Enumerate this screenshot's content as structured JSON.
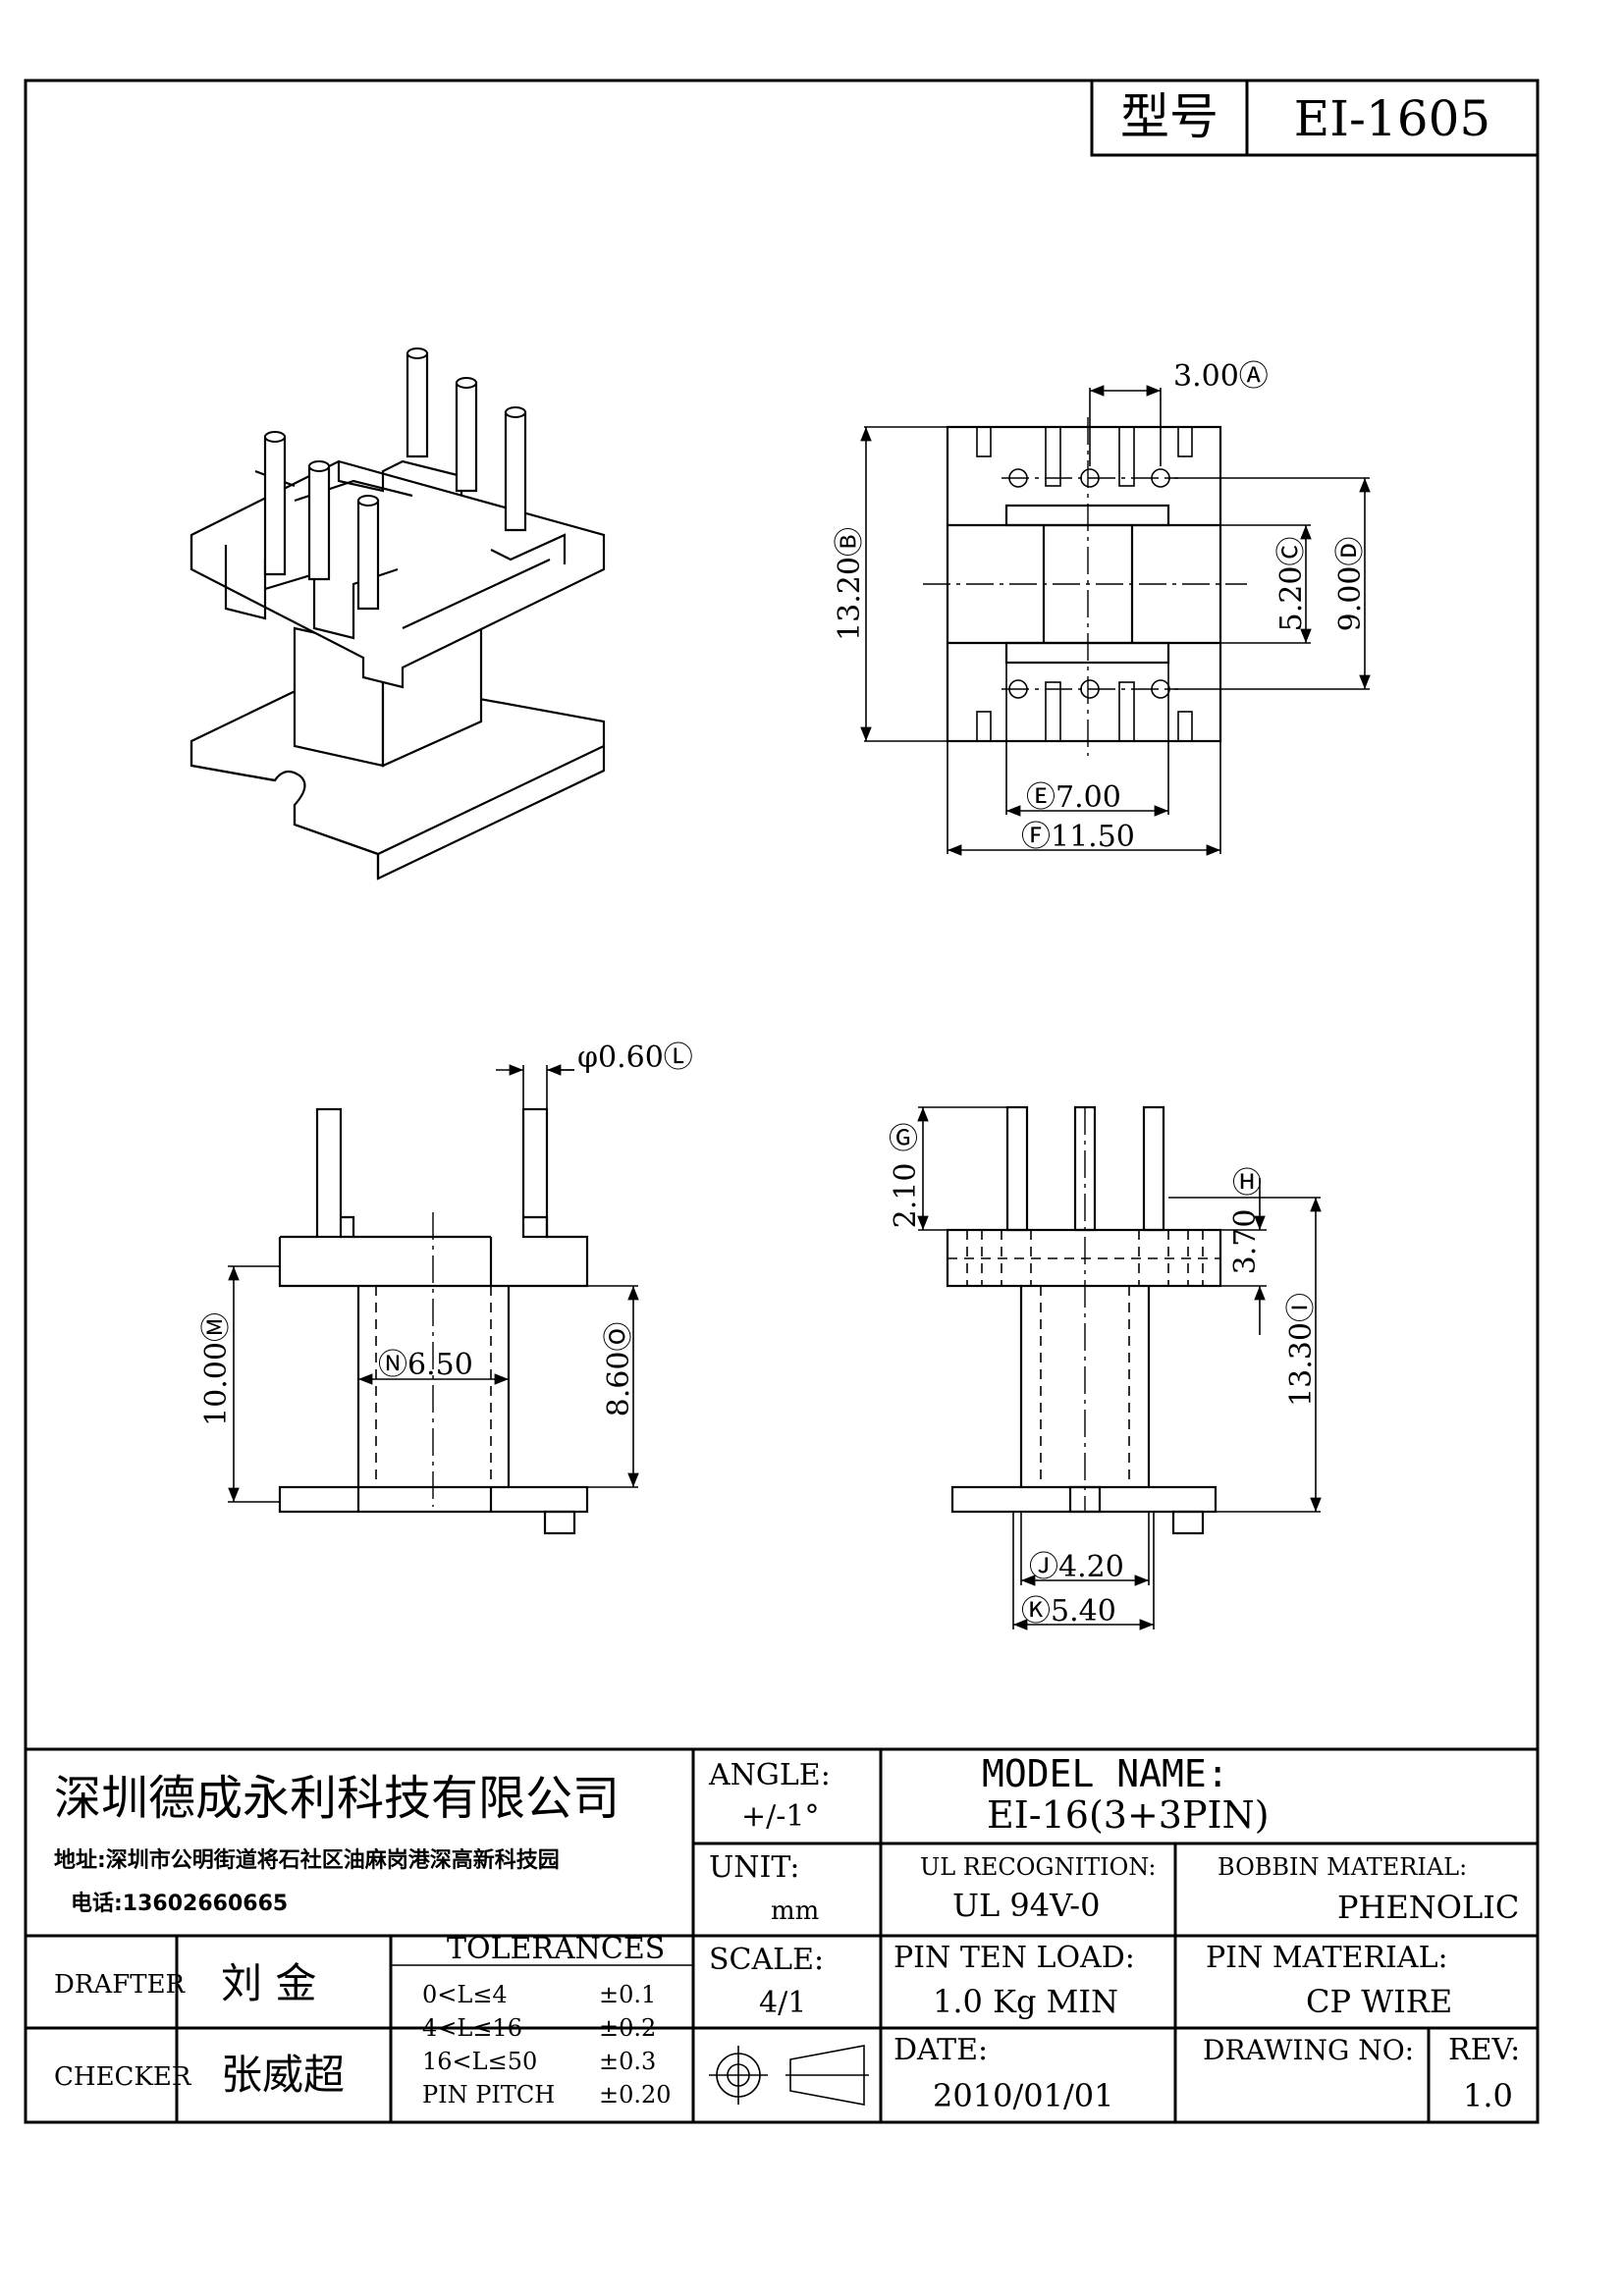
{
  "header": {
    "model_label": "型号",
    "model_value": "EI-1605"
  },
  "dims": {
    "a": "3.00Ⓐ",
    "b": "13.20Ⓑ",
    "c": "5.20Ⓒ",
    "d": "9.00Ⓓ",
    "e": "Ⓔ7.00",
    "f": "Ⓕ11.50",
    "l": "φ0.60Ⓛ",
    "m": "10.00Ⓜ",
    "n": "Ⓝ6.50",
    "o": "8.60Ⓞ",
    "g_mark": "Ⓖ",
    "g_val": "2.10",
    "h_mark": "Ⓗ",
    "h_val": "3.70",
    "i": "13.30Ⓘ",
    "j": "Ⓙ4.20",
    "k": "Ⓚ5.40"
  },
  "title_block": {
    "company": "深圳德成永利科技有限公司",
    "address": "地址:深圳市公明街道将石社区油麻岗港深高新科技园",
    "phone": "电话:13602660665",
    "angle_label": "ANGLE:",
    "angle_value": "+/-1°",
    "model_name_label": "MODEL NAME:",
    "model_name_value": "EI-16(3+3PIN)",
    "unit_label": "UNIT:",
    "unit_value": "mm",
    "ul_label": "UL RECOGNITION:",
    "ul_value": "UL 94V-0",
    "bobbin_label": "BOBBIN MATERIAL:",
    "bobbin_value": "PHENOLIC",
    "drafter_label": "DRAFTER",
    "drafter_value": "刘 金",
    "checker_label": "CHECKER",
    "checker_value": "张威超",
    "tolerances_label": "TOLERANCES",
    "tolerances": [
      {
        "range": "0<L≤4",
        "value": "±0.1"
      },
      {
        "range": "4<L≤16",
        "value": "±0.2"
      },
      {
        "range": "16<L≤50",
        "value": "±0.3"
      },
      {
        "range": "PIN PITCH",
        "value": "±0.20"
      }
    ],
    "scale_label": "SCALE:",
    "scale_value": "4/1",
    "pin_load_label": "PIN TEN LOAD:",
    "pin_load_value": "1.0 Kg MIN",
    "pin_material_label": "PIN MATERIAL:",
    "pin_material_value": "CP WIRE",
    "date_label": "DATE:",
    "date_value": "2010/01/01",
    "drawing_no_label": "DRAWING NO:",
    "rev_label": "REV:",
    "rev_value": "1.0"
  }
}
